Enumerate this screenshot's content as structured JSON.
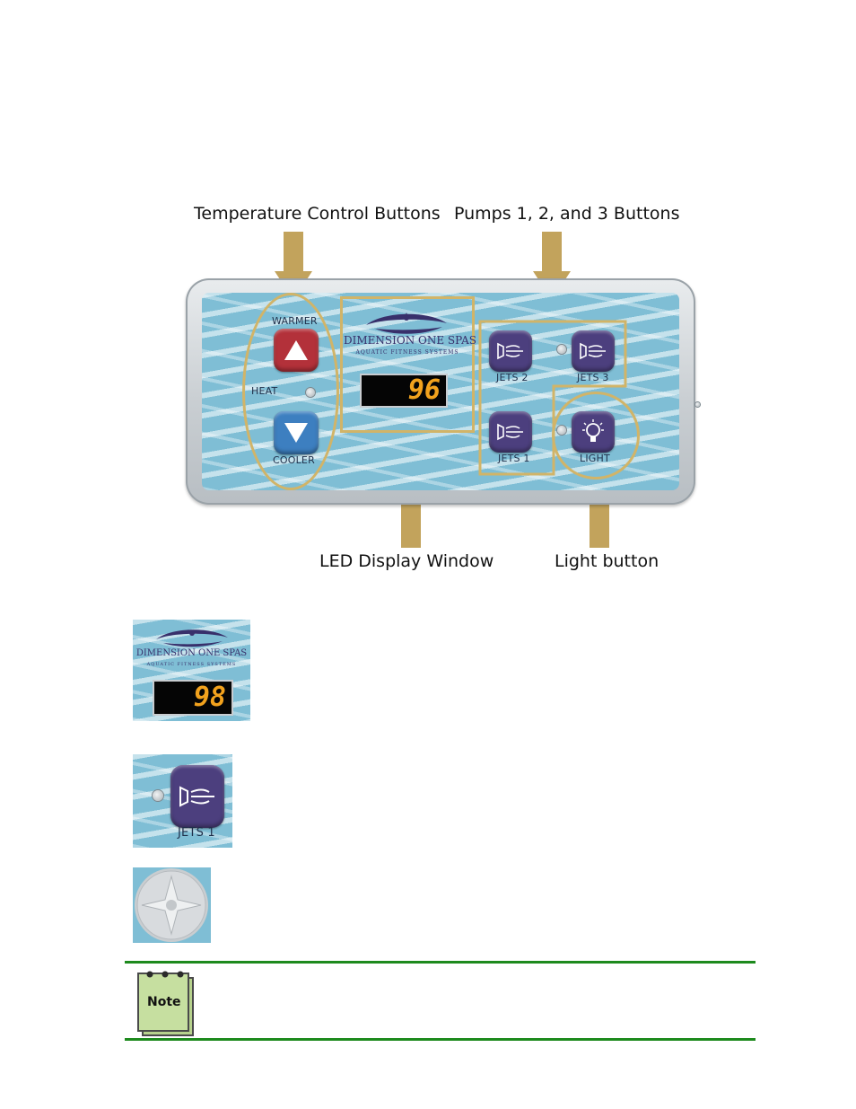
{
  "callouts": {
    "temperature": "Temperature Control Buttons",
    "pumps": "Pumps 1, 2, and 3 Buttons",
    "led": "LED Display Window",
    "light": "Light button"
  },
  "panel": {
    "warmer": "WARMER",
    "heat": "HEAT",
    "cooler": "COOLER",
    "brand": "DIMENSION ONE SPAS",
    "tagline": "AQUATIC FITNESS SYSTEMS",
    "display_value": "96",
    "jets2": "JETS 2",
    "jets3": "JETS 3",
    "jets1": "JETS 1",
    "light": "LIGHT"
  },
  "thumbnails": {
    "display": {
      "brand": "DIMENSION ONE SPAS",
      "tagline": "AQUATIC FITNESS SYSTEMS",
      "value": "98"
    },
    "jets": {
      "label": "JETS 1"
    }
  },
  "note": {
    "label": "Note"
  },
  "colors": {
    "outline": "#d1b468",
    "rule": "#1d8a1d",
    "water": "#7fbed5",
    "button_red": "#b3313a",
    "button_blue": "#3d7fc0",
    "button_purple": "#4c3f7e",
    "led_digits": "#f2a21d"
  }
}
